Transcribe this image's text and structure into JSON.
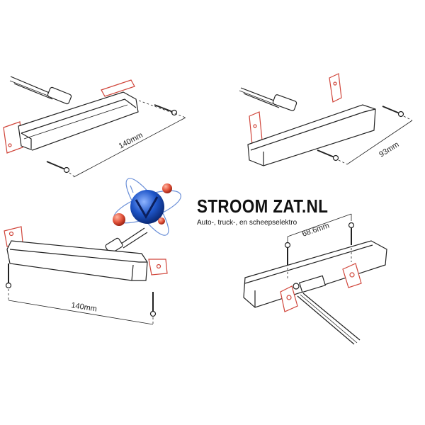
{
  "brand": {
    "name": "STROOM ZAT.NL",
    "tagline": "Auto-, truck-, en scheepselektro"
  },
  "dimensions": {
    "top_left": "140mm",
    "top_right": "93mm",
    "bottom_left": "140mm",
    "bottom_right": "68.6mm"
  },
  "colors": {
    "bracket": "#d0453a",
    "outline": "#222222",
    "logo_orb": "#1f56c9",
    "logo_sphere": "#e2523a"
  }
}
